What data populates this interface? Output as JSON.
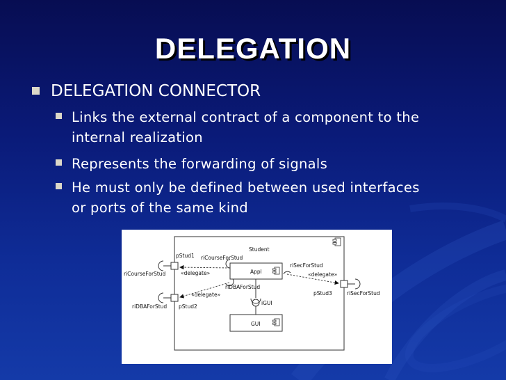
{
  "slide": {
    "title": "DELEGATION",
    "bullets": [
      {
        "text": "DELEGATION CONNECTOR",
        "sub": [
          {
            "line1": "Links the external contract of a component to the",
            "line2": "internal realization"
          },
          {
            "line1": "Represents the forwarding of signals",
            "line2": ""
          },
          {
            "line1": "He must only be defined between used interfaces",
            "line2": "or ports of the same kind"
          }
        ]
      }
    ]
  },
  "diagram": {
    "component_name": "Student",
    "parts": {
      "appl": "Appl",
      "gui": "GUI"
    },
    "interfaces": {
      "ri_course_outer": "riCourseForStud",
      "ri_course_inner": "riCourseForStud",
      "ri_dba_outer": "riDBAForStud",
      "ri_dba_inner": "riDBAForStud",
      "ri_sec_inner": "riSecForStud",
      "ri_sec_outer": "riSecForStud",
      "igui": "iGUI"
    },
    "ports": {
      "p1": "pStud1",
      "p2": "pStud2",
      "p3": "pStud3"
    },
    "stereotype": "«delegate»"
  },
  "colors": {
    "background_top": "#070d52",
    "background_bottom": "#143aa8",
    "text": "#ffffff",
    "bullet": "#dcd8c8"
  }
}
